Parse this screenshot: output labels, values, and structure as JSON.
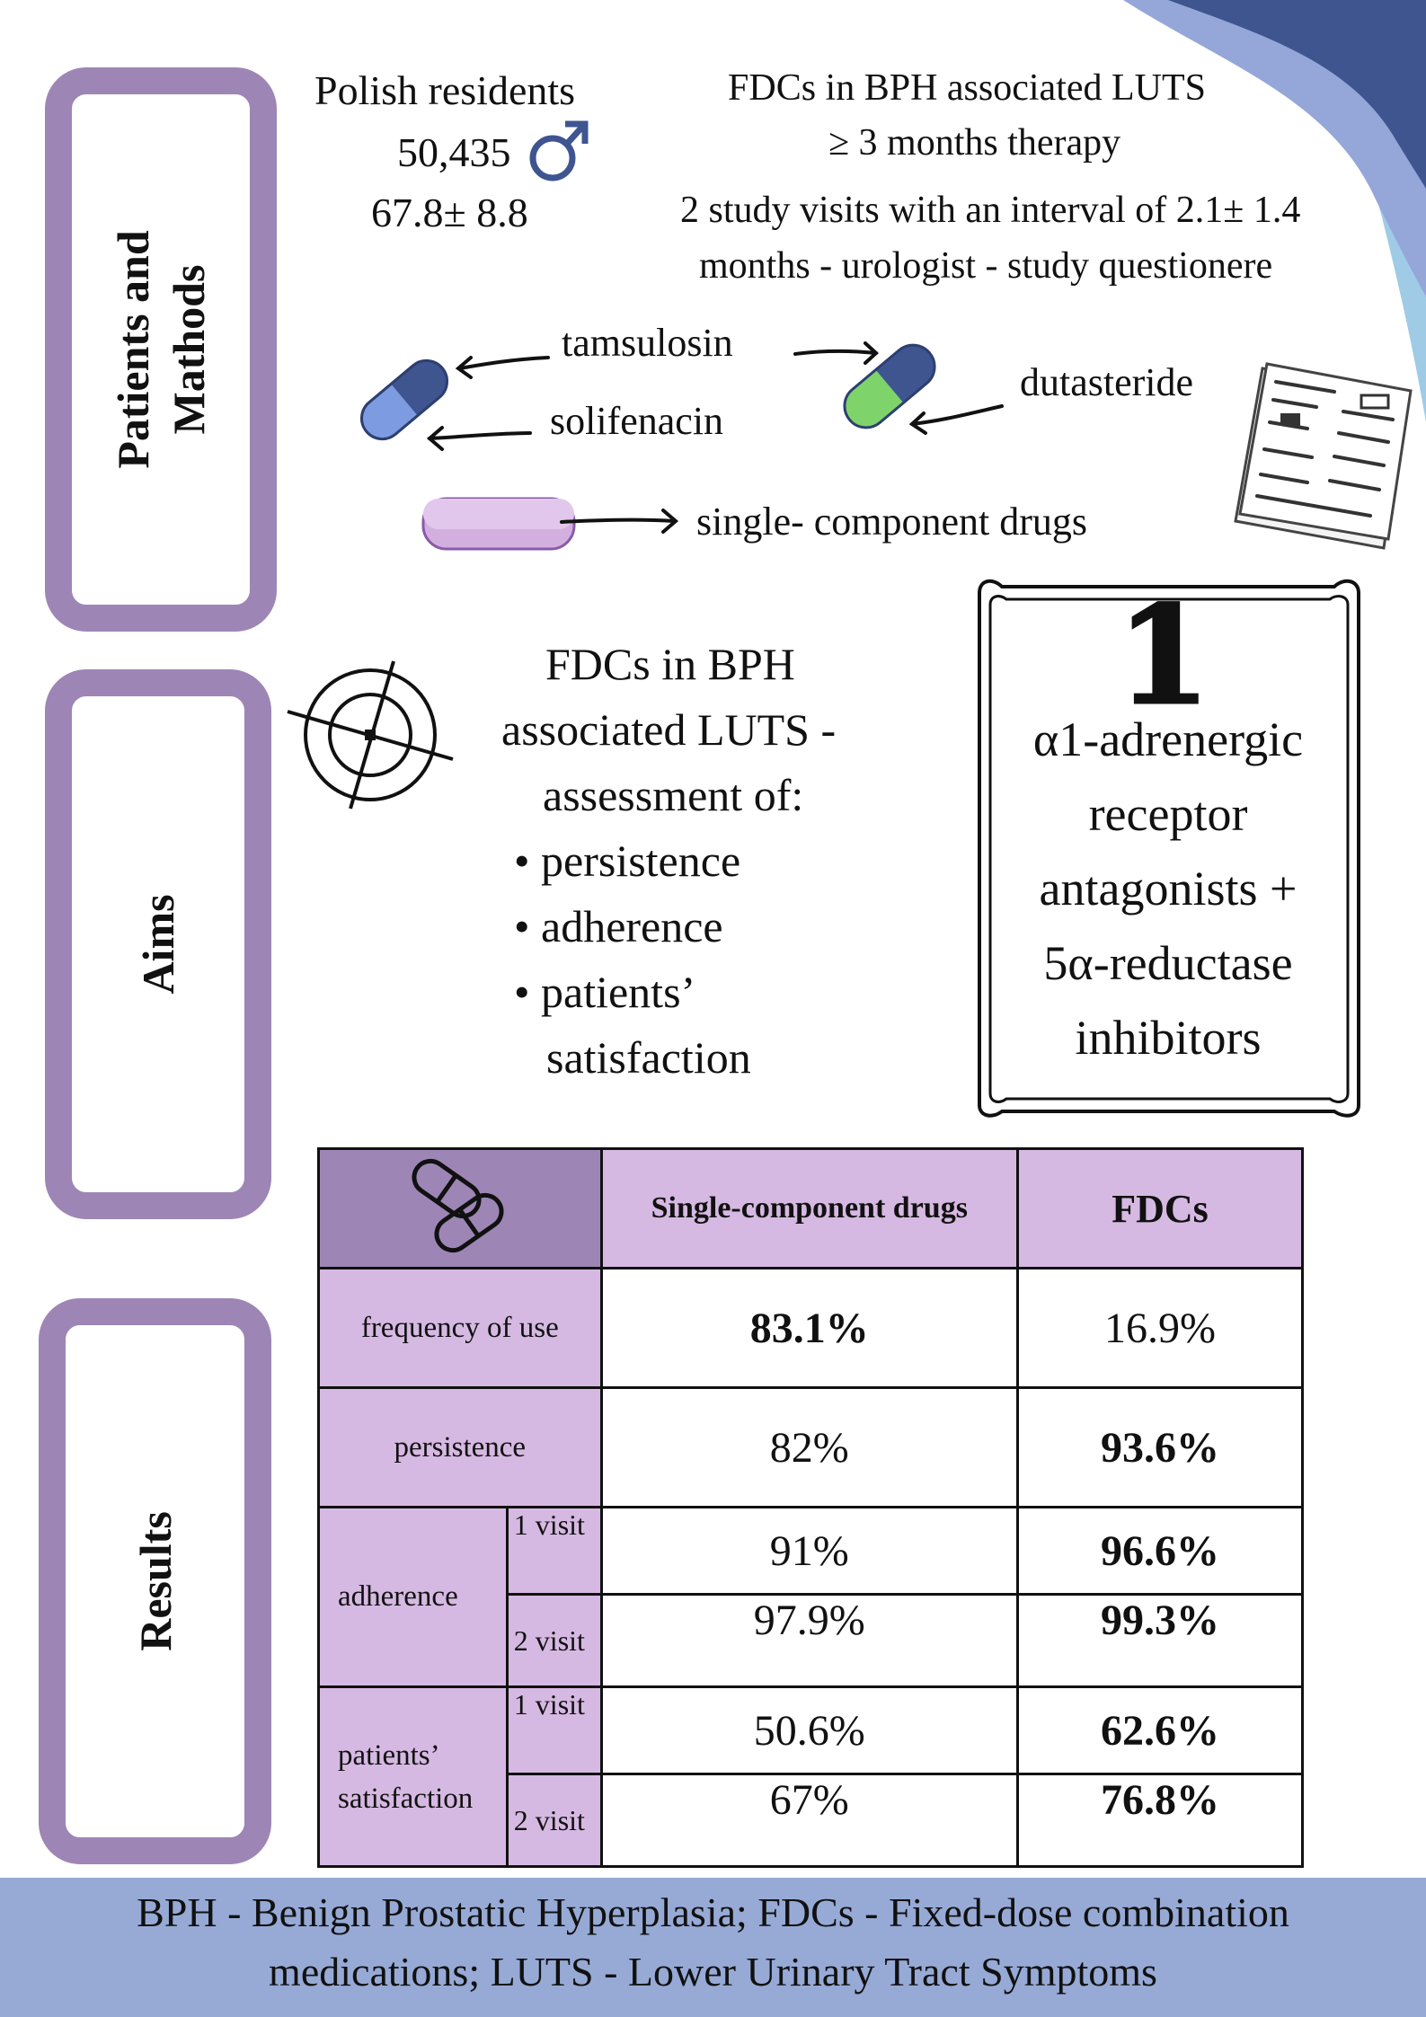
{
  "sections": {
    "methods": "Patients and\nMathods",
    "aims": "Aims",
    "results": "Results"
  },
  "methods": {
    "residents": "Polish residents",
    "count": "50,435",
    "age": "67.8± 8.8",
    "fdc_line1": "FDCs in BPH associated LUTS",
    "fdc_line2": "≥ 3 months therapy",
    "visits_line1": "2 study visits with an interval of 2.1± 1.4",
    "visits_line2": "months - urologist - study questionere",
    "drug_tamsulosin": "tamsulosin",
    "drug_solifenacin": "solifenacin",
    "drug_dutasteride": "dutasteride",
    "drug_single": "single- component drugs"
  },
  "aims": {
    "line1": "FDCs in BPH",
    "line2": "associated LUTS -",
    "line3": "assessment of:",
    "bullets": [
      "persistence",
      "adherence",
      "patients’",
      "satisfaction"
    ]
  },
  "card": {
    "number": "1",
    "lines": [
      "α1-adrenergic",
      "receptor",
      "antagonists +",
      "5α-reductase",
      "inhibitors"
    ]
  },
  "table": {
    "col_single": "Single-component drugs",
    "col_fdc": "FDCs",
    "freq_label": "frequency of use",
    "freq_single": "83.1%",
    "freq_fdc": "16.9%",
    "pers_label": "persistence",
    "pers_single": "82%",
    "pers_fdc": "93.6%",
    "adh_label": "adherence",
    "visit1": "1 visit",
    "visit2": "2 visit",
    "adh1_single": "91%",
    "adh1_fdc": "96.6%",
    "adh2_single": "97.9%",
    "adh2_fdc": "99.3%",
    "sat_label": "patients’\nsatisfaction",
    "sat1_single": "50.6%",
    "sat1_fdc": "62.6%",
    "sat2_single": "67%",
    "sat2_fdc": "76.8%"
  },
  "footer": {
    "line1": "BPH - Benign Prostatic Hyperplasia; FDCs - Fixed-dose combination",
    "line2": "medications; LUTS -  Lower Urinary Tract Symptoms"
  },
  "colors": {
    "purple": "#9d86b5",
    "lavender": "#d6b9e2",
    "footer": "#97aad6",
    "navy": "#3e5590"
  }
}
